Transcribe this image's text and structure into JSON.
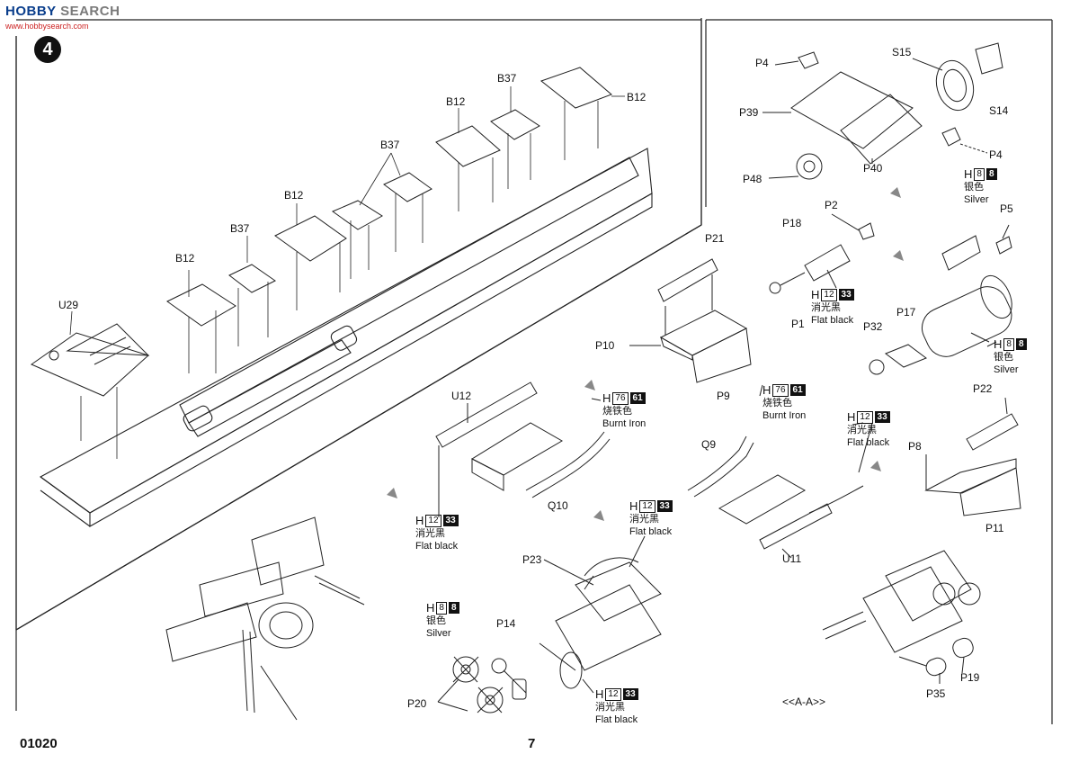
{
  "watermark": {
    "brand": "HOBBY",
    "search": "SEARCH",
    "sub": "www.hobbysearch.com"
  },
  "step_number": "4",
  "footer": {
    "code": "01020",
    "page": "7"
  },
  "section_label": "<<A-A>>",
  "part_labels": {
    "p4_top": "P4",
    "s15": "S15",
    "p39": "P39",
    "s14": "S14",
    "p4_bottom": "P4",
    "p40": "P40",
    "p48": "P48",
    "p2": "P2",
    "p5": "P5",
    "p18": "P18",
    "p21": "P21",
    "p1": "P1",
    "p32": "P32",
    "p17": "P17",
    "p10": "P10",
    "p9": "P9",
    "u12": "U12",
    "p22": "P22",
    "q9": "Q9",
    "p8": "P8",
    "p11": "P11",
    "q10": "Q10",
    "u11": "U11",
    "p23": "P23",
    "p14": "P14",
    "p20": "P20",
    "p35": "P35",
    "p19": "P19",
    "u29": "U29",
    "b12_1": "B12",
    "b37_1": "B37",
    "b12_2": "B12",
    "b37_2": "B37",
    "b12_3": "B12",
    "b37_3": "B37",
    "b12_4": "B12"
  },
  "paints": {
    "silver_a": {
      "h": "H",
      "code": "8",
      "mr": "8",
      "cn": "银色",
      "en": "Silver"
    },
    "flat_a": {
      "h": "H",
      "code": "12",
      "mr": "33",
      "cn": "消光黑",
      "en": "Flat black"
    },
    "silver_b": {
      "h": "H",
      "code": "8",
      "mr": "8",
      "cn": "银色",
      "en": "Silver"
    },
    "iron_a": {
      "h": "H",
      "code": "76",
      "mr": "61",
      "cn": "烧铁色",
      "en": "Burnt Iron"
    },
    "iron_b": {
      "h": "H",
      "code": "76",
      "mr": "61",
      "cn": "烧铁色",
      "en": "Burnt Iron"
    },
    "flat_b": {
      "h": "H",
      "code": "12",
      "mr": "33",
      "cn": "消光黑",
      "en": "Flat black"
    },
    "flat_c": {
      "h": "H",
      "code": "12",
      "mr": "33",
      "cn": "消光黑",
      "en": "Flat black"
    },
    "flat_d": {
      "h": "H",
      "code": "12",
      "mr": "33",
      "cn": "消光黑",
      "en": "Flat black"
    },
    "silver_c": {
      "h": "H",
      "code": "8",
      "mr": "8",
      "cn": "银色",
      "en": "Silver"
    },
    "flat_e": {
      "h": "H",
      "code": "12",
      "mr": "33",
      "cn": "消光黑",
      "en": "Flat black"
    }
  }
}
